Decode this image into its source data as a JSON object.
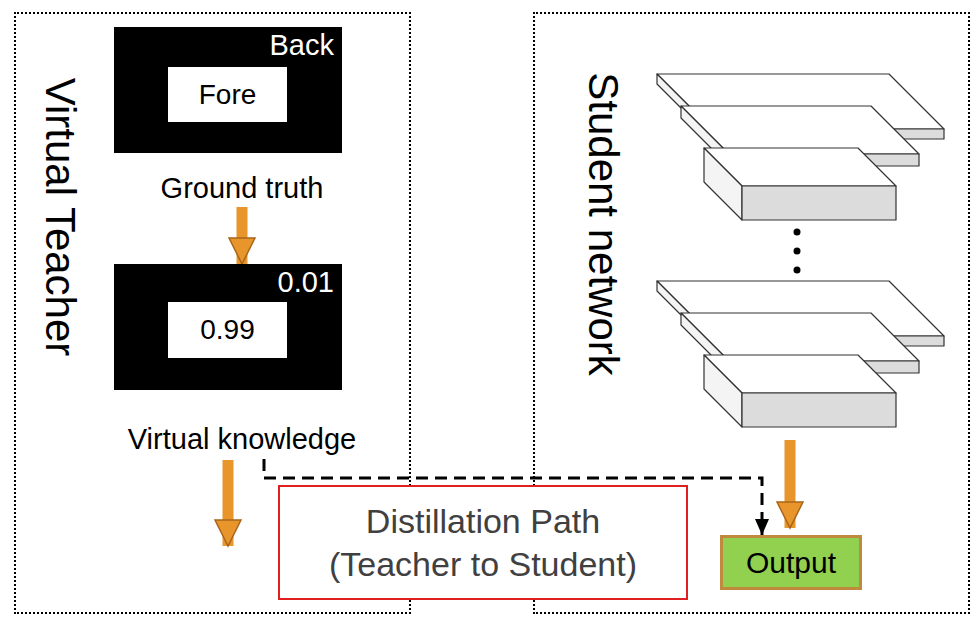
{
  "diagram": {
    "nodes": [
      {
        "text": [
          "Virtual Teacher"
        ]
      },
      {
        "text": [
          "Back",
          "Ground truth"
        ],
        "in": 0
      },
      {
        "text": [
          "Fore"
        ],
        "in": 1
      },
      {
        "text": [
          "0.01",
          "Virtual knowledge"
        ],
        "in": 0
      },
      {
        "text": [
          "0.99"
        ],
        "in": 3
      },
      {
        "text": [
          "Student network"
        ]
      },
      {
        "text": [
          "Output"
        ],
        "in": 5
      },
      {
        "text": [
          "Distillation Path (Teacher to Student)"
        ]
      }
    ],
    "edges": [
      {
        "from": 1,
        "to": 3,
        "arrow": "to"
      },
      {
        "from": 3,
        "to": 6,
        "arrow": "to"
      }
    ]
  }
}
